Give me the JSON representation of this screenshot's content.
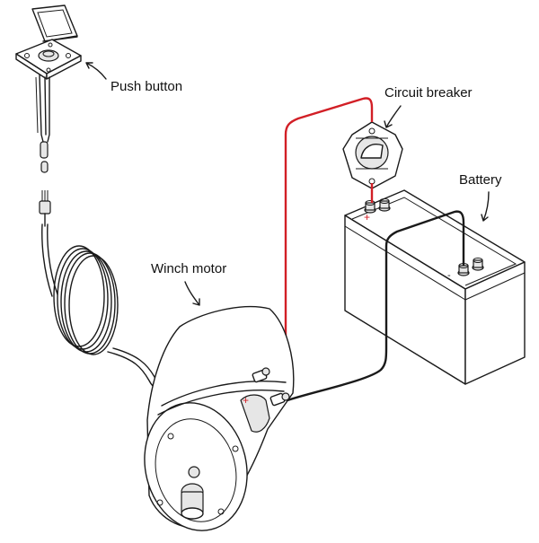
{
  "labels": {
    "push_button": "Push button",
    "circuit_breaker": "Circuit breaker",
    "battery": "Battery",
    "winch_motor": "Winch motor"
  },
  "terminal_marks": {
    "positive": "+",
    "negative": "-"
  },
  "colors": {
    "positive_wire": "#d21f26",
    "negative_wire": "#1a1a1a",
    "line": "#1a1a1a",
    "background": "#ffffff"
  }
}
